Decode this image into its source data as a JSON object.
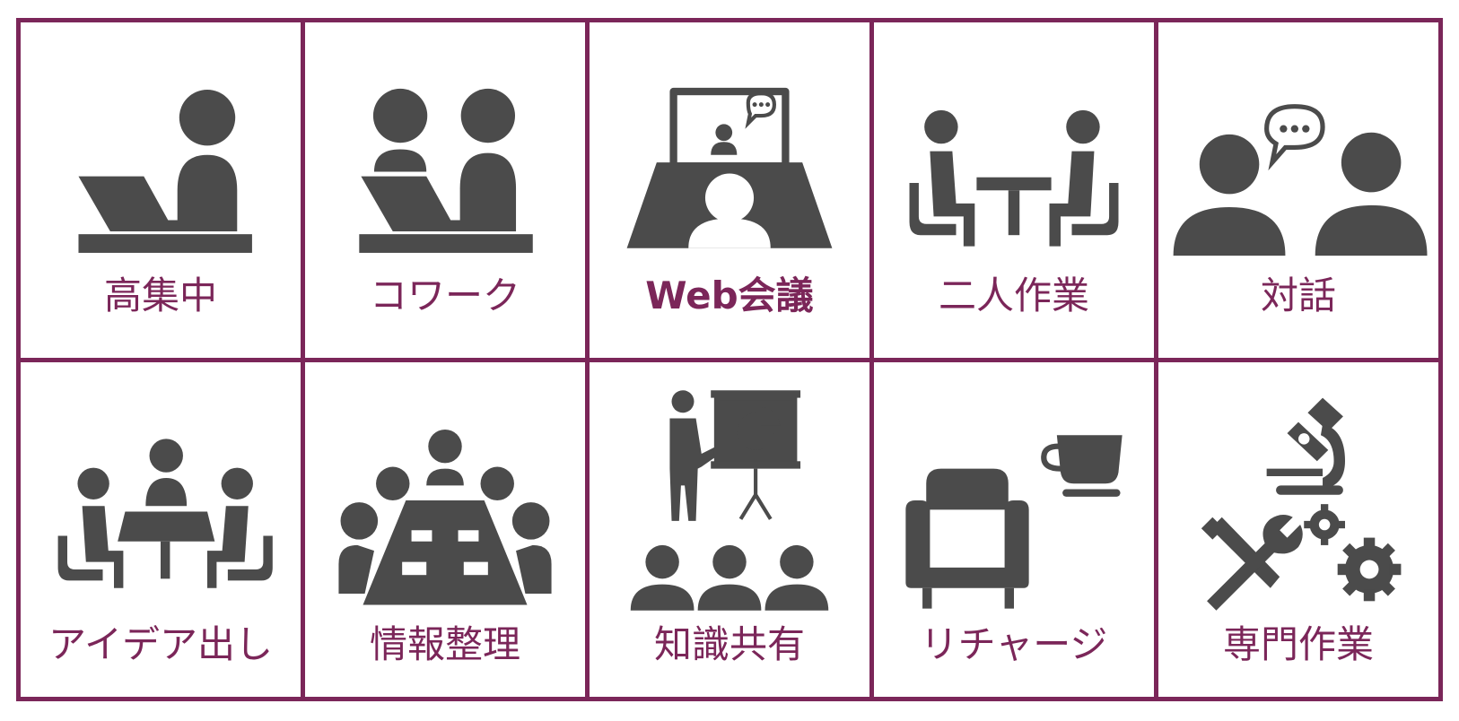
{
  "colors": {
    "frame": "#7b2659",
    "icon": "#4b4b4b",
    "label": "#7b2659"
  },
  "cells": [
    {
      "label": "高集中",
      "icon": "solo-laptop-icon"
    },
    {
      "label": "コワーク",
      "icon": "cowork-laptop-icon"
    },
    {
      "label": "Web会議",
      "icon": "web-meeting-icon"
    },
    {
      "label": "二人作業",
      "icon": "pair-table-icon"
    },
    {
      "label": "対話",
      "icon": "dialogue-icon"
    },
    {
      "label": "アイデア出し",
      "icon": "brainstorm-table-icon"
    },
    {
      "label": "情報整理",
      "icon": "meeting-table-icon"
    },
    {
      "label": "知識共有",
      "icon": "presentation-icon"
    },
    {
      "label": "リチャージ",
      "icon": "armchair-cup-icon"
    },
    {
      "label": "専門作業",
      "icon": "microscope-tools-icon"
    }
  ]
}
